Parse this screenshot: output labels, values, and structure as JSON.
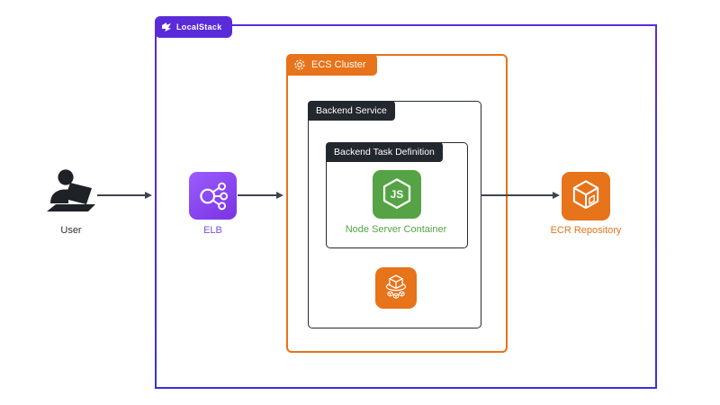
{
  "groups": {
    "localstack": {
      "label": "LocalStack",
      "icon": "localstack-logo-icon",
      "badge_color": "#5A2BD8",
      "border_gradient": [
        "#5B2BD9",
        "#3431E4"
      ]
    },
    "ecs_cluster": {
      "label": "ECS Cluster",
      "icon": "ecs-cluster-icon",
      "color": "#E7731A"
    },
    "backend_service": {
      "label": "Backend Service",
      "color": "#23272E"
    },
    "backend_task_definition": {
      "label": "Backend Task Definition",
      "color": "#23272E"
    }
  },
  "nodes": {
    "user": {
      "label": "User",
      "icon": "user-at-laptop-icon",
      "label_color": "#2B2F36"
    },
    "elb": {
      "label": "ELB",
      "icon": "elastic-load-balancer-icon",
      "label_color": "#7C4DEB",
      "icon_bg": "#8A4FEF"
    },
    "node_server_container": {
      "label": "Node Server Container",
      "icon": "nodejs-icon",
      "label_color": "#55A344",
      "icon_bg": "#55A344"
    },
    "ecs_service": {
      "icon": "ecs-service-icon",
      "icon_bg": "#E7731A"
    },
    "ecr_repository": {
      "label": "ECR Repository",
      "icon": "ecr-repository-icon",
      "label_color": "#E7731A",
      "icon_bg": "#E7731A"
    }
  },
  "arrows": [
    {
      "from": "user",
      "to": "elb"
    },
    {
      "from": "elb",
      "to": "ecs_cluster"
    },
    {
      "from": "backend_service",
      "to": "ecr_repository"
    }
  ],
  "colors": {
    "background": "#FFFFFF",
    "arrow": "#3F444C"
  }
}
